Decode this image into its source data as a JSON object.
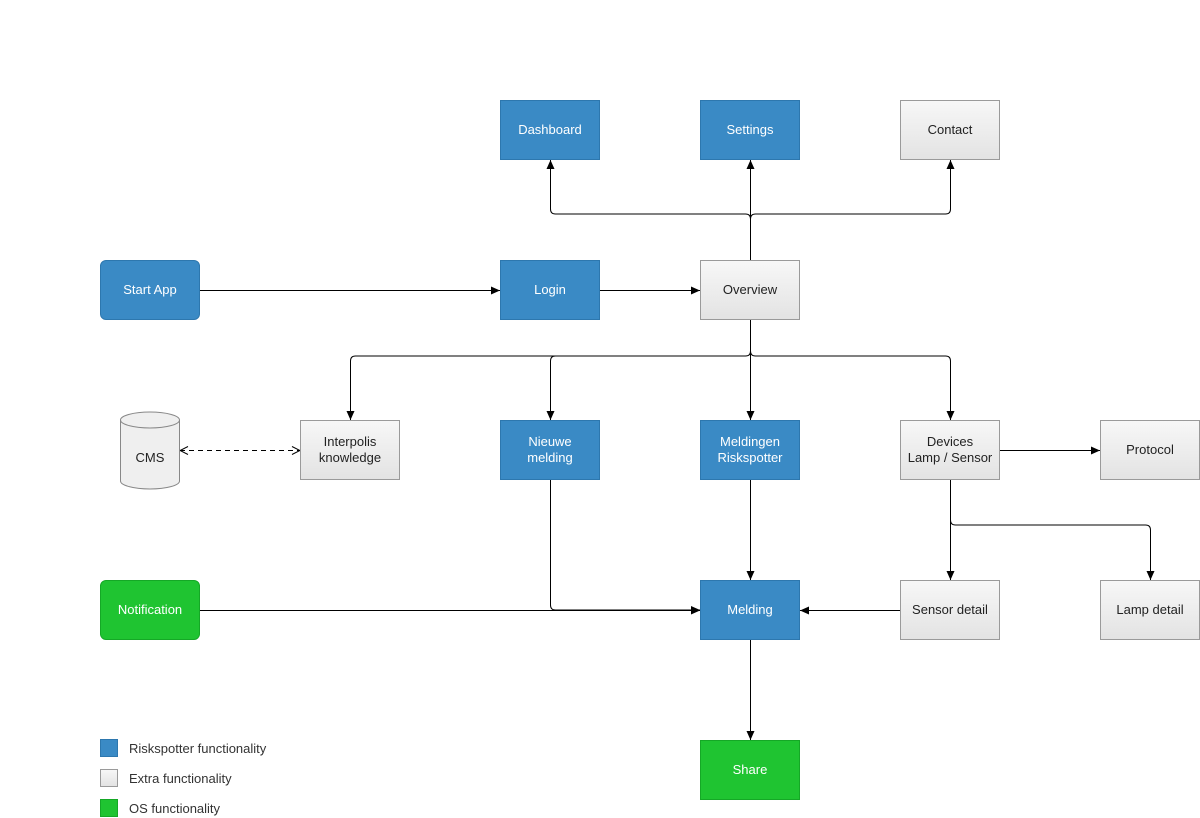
{
  "nodes": {
    "dashboard": "Dashboard",
    "settings": "Settings",
    "contact": "Contact",
    "start_app": "Start App",
    "login": "Login",
    "overview": "Overview",
    "cms": "CMS",
    "interpolis_knowledge": "Interpolis\nknowledge",
    "nieuwe_melding": "Nieuwe\nmelding",
    "meldingen_riskspotter": "Meldingen\nRiskspotter",
    "devices": "Devices\nLamp / Sensor",
    "protocol": "Protocol",
    "notification": "Notification",
    "melding": "Melding",
    "sensor_detail": "Sensor detail",
    "lamp_detail": "Lamp detail",
    "share": "Share"
  },
  "legend": {
    "riskspotter": "Riskspotter functionality",
    "extra": "Extra functionality",
    "os": "OS functionality"
  },
  "colors": {
    "riskspotter": "#3a8ac5",
    "extra": "#e9e9e9",
    "os": "#1fc431",
    "connector": "#000000"
  }
}
